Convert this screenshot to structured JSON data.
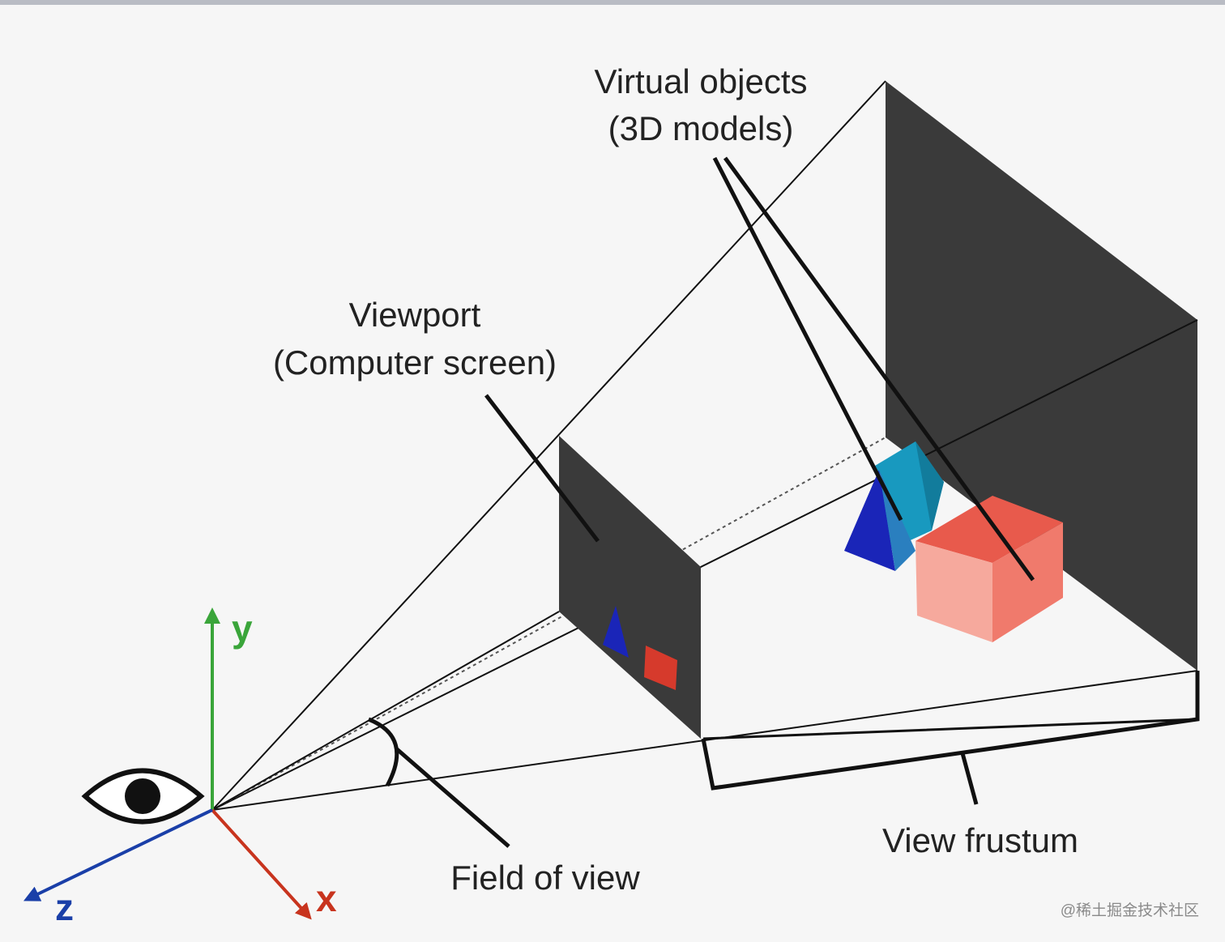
{
  "labels": {
    "virtual_objects_line1": "Virtual objects",
    "virtual_objects_line2": "(3D models)",
    "viewport_line1": "Viewport",
    "viewport_line2": "(Computer screen)",
    "field_of_view": "Field of view",
    "view_frustum": "View frustum"
  },
  "axes": {
    "x": "x",
    "y": "y",
    "z": "z"
  },
  "watermark": "@稀土掘金技术社区",
  "colors": {
    "background": "#f6f6f6",
    "plane_dark": "#3a3a3a",
    "axis_x": "#c8341e",
    "axis_y": "#3aa53a",
    "axis_z": "#1a3fa8",
    "pyramid_blue": "#1a25b8",
    "cube_cyan": "#1899bf",
    "cube_red": "#f07a6c",
    "cube_red_side": "#e85a4c",
    "cube_red_front": "#f4a69a"
  },
  "icons": {
    "eye": "eye-icon"
  }
}
